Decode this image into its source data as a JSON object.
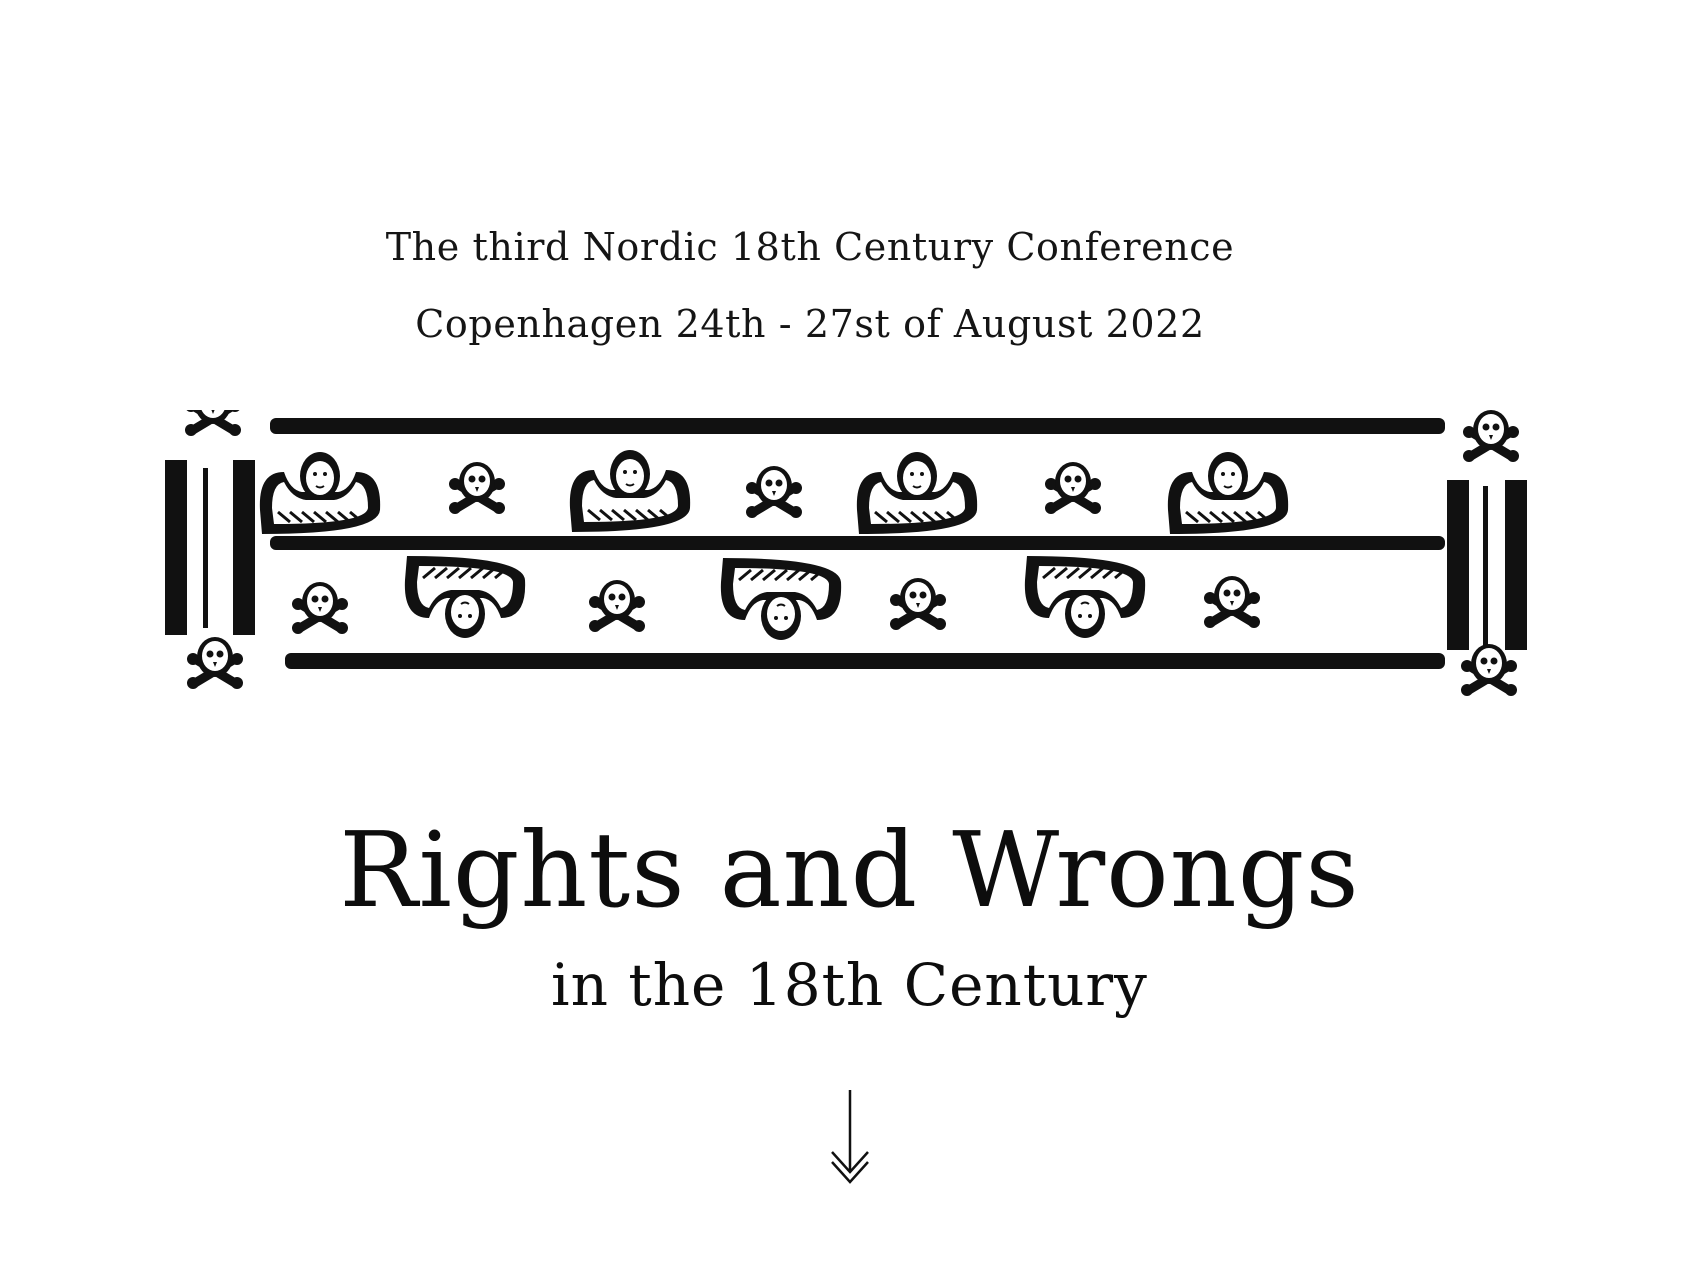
{
  "header": {
    "conference_name": "The third Nordic 18th Century Conference",
    "conference_dates": "Copenhagen 24th  - 27st of August 2022"
  },
  "ornament": {
    "icon": "woodcut-skulls-and-cherubs-border"
  },
  "hero": {
    "title": "Rights and Wrongs",
    "subtitle": "in the 18th Century"
  },
  "navigation": {
    "scroll_icon": "down-arrow-icon"
  },
  "colors": {
    "ink": "#111111",
    "background": "#ffffff"
  }
}
